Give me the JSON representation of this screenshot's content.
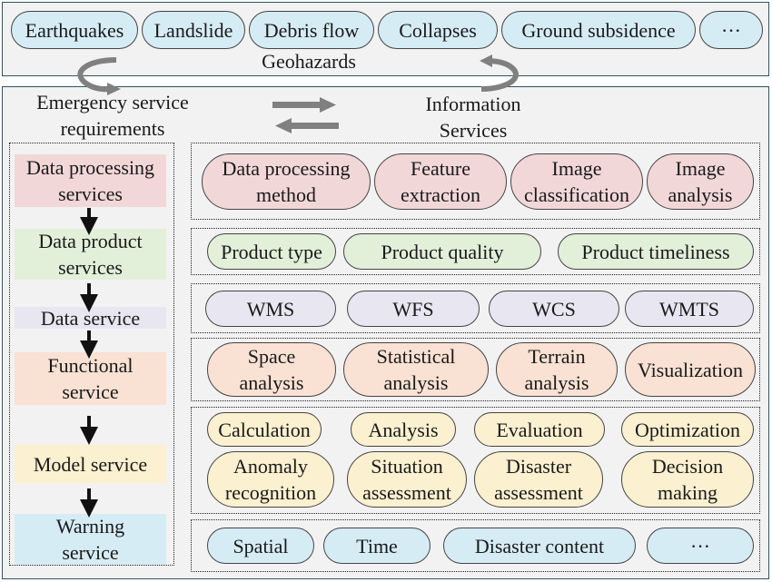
{
  "colors": {
    "blue": "#d6ecf5",
    "pink": "#f2d7d9",
    "green": "#e2efd9",
    "lavender": "#e8e6f0",
    "peach": "#f9e1d3",
    "yellow": "#fbf0cf",
    "panel": "#f2f2f2",
    "border": "#2e5560",
    "arrow": "#808080"
  },
  "geohazards": {
    "items": [
      "Earthquakes",
      "Landslide",
      "Debris flow",
      "Collapses",
      "Ground subsidence",
      "···"
    ],
    "label": "Geohazards"
  },
  "requirements_label": "Emergency service\nrequirements",
  "information_label": "Information\nServices",
  "left_column": [
    "Data processing\nservices",
    "Data product\nservices",
    "Data service",
    "Functional\nservice",
    "Model service",
    "Warning\nservice"
  ],
  "groups": {
    "processing": [
      "Data processing\nmethod",
      "Feature\nextraction",
      "Image\nclassification",
      "Image\nanalysis"
    ],
    "product": [
      "Product type",
      "Product quality",
      "Product timeliness"
    ],
    "data": [
      "WMS",
      "WFS",
      "WCS",
      "WMTS"
    ],
    "functional": [
      "Space\nanalysis",
      "Statistical\nanalysis",
      "Terrain\nanalysis",
      "Visualization"
    ],
    "model_row1": [
      "Calculation",
      "Analysis",
      "Evaluation",
      "Optimization"
    ],
    "model_row2": [
      "Anomaly\nrecognition",
      "Situation\nassessment",
      "Disaster\nassessment",
      "Decision\nmaking"
    ],
    "warning": [
      "Spatial",
      "Time",
      "Disaster content",
      "···"
    ]
  }
}
